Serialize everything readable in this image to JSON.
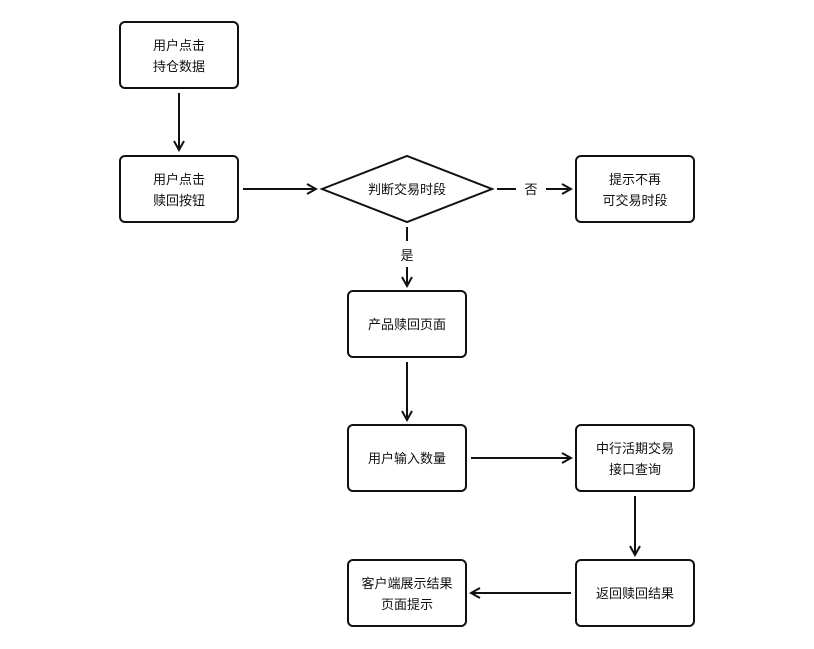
{
  "diagram": {
    "nodes": {
      "n1": {
        "lines": [
          "用户点击",
          "持仓数据"
        ]
      },
      "n2": {
        "lines": [
          "用户点击",
          "赎回按钮"
        ]
      },
      "n3": {
        "lines": [
          "判断交易时段"
        ]
      },
      "n4": {
        "lines": [
          "提示不再",
          "可交易时段"
        ]
      },
      "n5": {
        "lines": [
          "产品赎回页面"
        ]
      },
      "n6": {
        "lines": [
          "用户输入数量"
        ]
      },
      "n7": {
        "lines": [
          "中行活期交易",
          "接口查询"
        ]
      },
      "n8": {
        "lines": [
          "返回赎回结果"
        ]
      },
      "n9": {
        "lines": [
          "客户端展示结果",
          "页面提示"
        ]
      }
    },
    "edges": {
      "no_label": "否",
      "yes_label": "是"
    }
  }
}
